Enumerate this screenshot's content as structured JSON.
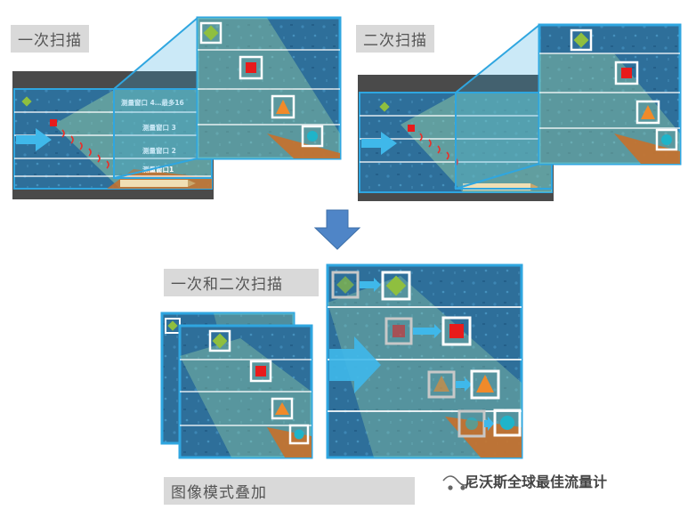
{
  "labels": {
    "first_scan": "一次扫描",
    "second_scan": "二次扫描",
    "combined_scan": "一次和二次扫描",
    "image_overlay": "图像模式叠加"
  },
  "measurement_windows": {
    "w4": "测量窗口 4…最多16",
    "w3": "测量窗口 3",
    "w2": "测量窗口 2",
    "w1": "测量窗口1"
  },
  "watermark": "尼沃斯全球最佳流量计",
  "colors": {
    "frame": "#2fa6e0",
    "pipe": "#2e6f9a",
    "wall": "#4a4a4a",
    "beam": "#9fd8a6",
    "sediment": "#c8702a",
    "arrow_down": "#4f85c7",
    "marker_green": "#8fbf3f",
    "marker_red": "#e81b1b",
    "marker_orange": "#f08a2a",
    "marker_cyan": "#1fb4c9"
  }
}
